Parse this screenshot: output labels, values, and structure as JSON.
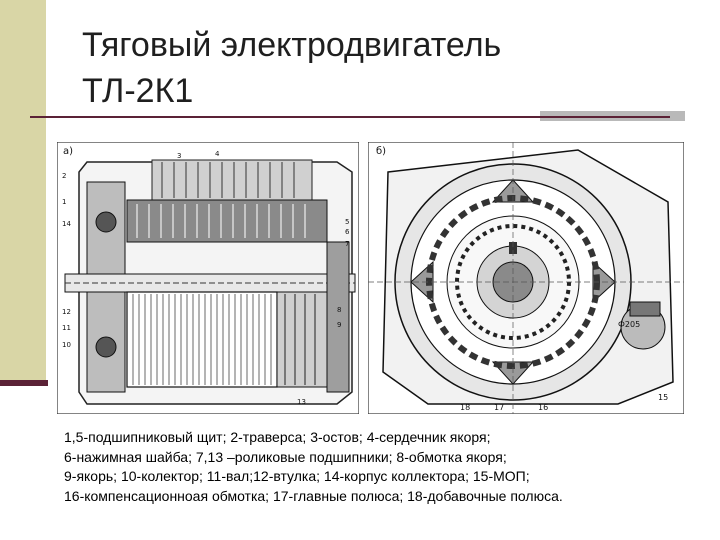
{
  "title": {
    "line1": "Тяговый электродвигатель",
    "line2": "ТЛ-2К1"
  },
  "figures": {
    "left": {
      "panel_label": "а)",
      "callouts": [
        "1",
        "2",
        "3",
        "4",
        "5",
        "6",
        "7",
        "8",
        "9",
        "10",
        "11",
        "12",
        "13",
        "14"
      ]
    },
    "right": {
      "panel_label": "б)",
      "callouts": [
        "15",
        "16",
        "17",
        "18"
      ],
      "dimension_label": "Ф205"
    }
  },
  "caption": {
    "lines": [
      "1,5-подшипниковый щит; 2-траверса; 3-остов; 4-сердечник якоря;",
      "6-нажимная шайба; 7,13 –роликовые подшипники; 8-обмотка якоря;",
      "9-якорь; 10-колектор; 11-вал;12-втулка; 14-корпус коллектора; 15-МОП;",
      "16-компенсационноая обмотка; 17-главные полюса; 18-добавочные полюса."
    ]
  },
  "colors": {
    "side_bar": "#d9d6a6",
    "accent_rule": "#5b2236",
    "light_rule": "#b9b9b9"
  }
}
